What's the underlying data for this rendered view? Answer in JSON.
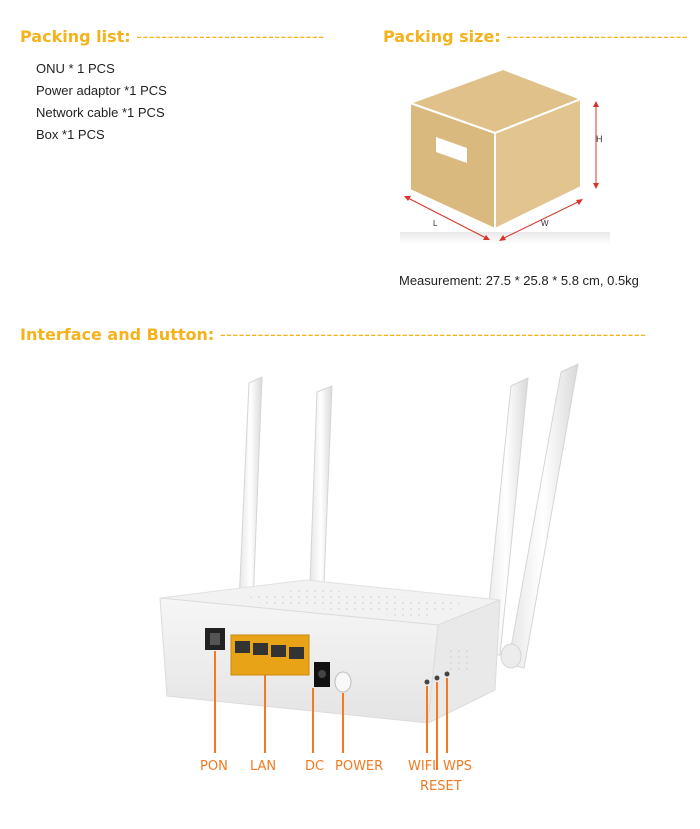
{
  "packing_list": {
    "title": "Packing list:",
    "items": [
      "ONU * 1 PCS",
      "Power adaptor *1 PCS",
      "Network cable *1 PCS",
      "Box *1 PCS"
    ]
  },
  "packing_size": {
    "title": "Packing size:",
    "dim_h": "H",
    "dim_l": "L",
    "dim_w": "W",
    "measurement": "Measurement: 27.5 * 25.8 * 5.8 cm, 0.5kg"
  },
  "interface": {
    "title": "Interface and Button:",
    "labels": {
      "pon": "PON",
      "lan": "LAN",
      "dc": "DC",
      "power": "POWER",
      "wifi": "WIFI",
      "wps": "WPS",
      "reset": "RESET"
    }
  },
  "colors": {
    "heading": "#f5b21b",
    "label": "#f47a20",
    "box": "#dfc189"
  }
}
